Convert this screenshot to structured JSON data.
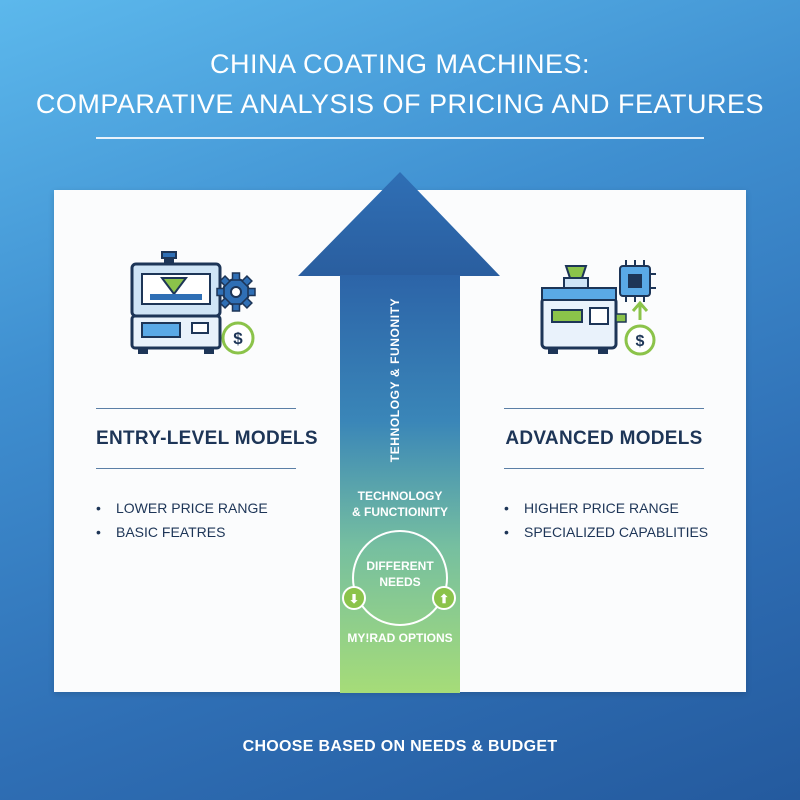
{
  "title": {
    "line1": "CHINA COATING MACHINES:",
    "line2": "COMPARATIVE ANALYSIS OF PRICING AND FEATURES"
  },
  "left": {
    "title": "ENTRY-LEVEL MODELS",
    "bullets": [
      "LOWER PRICE RANGE",
      "BASIC FEATRES"
    ],
    "icons": [
      "coating-machine-icon",
      "gear-icon",
      "dollar-icon"
    ]
  },
  "right": {
    "title": "ADVANCED MODELS",
    "bullets": [
      "HIGHER PRICE RANGE",
      "SPECIALIZED CAPABLITIES"
    ],
    "icons": [
      "coating-machine-icon",
      "chip-icon",
      "dollar-up-icon"
    ]
  },
  "arrow": {
    "vertical_label": "TEHNOLOGY & FUNONITY",
    "label_line1": "TECHNOLOGY",
    "label_line2": "& FUNCTIOINITY",
    "cycle_line1": "DIFFERENT",
    "cycle_line2": "NEEDS",
    "bottom_label": "MY!RAD OPTIONS"
  },
  "footer": "CHOOSE BASED ON NEEDS & BUDGET",
  "colors": {
    "navy": "#1d3557",
    "blue": "#2f6fb5",
    "green": "#8bc34a"
  }
}
